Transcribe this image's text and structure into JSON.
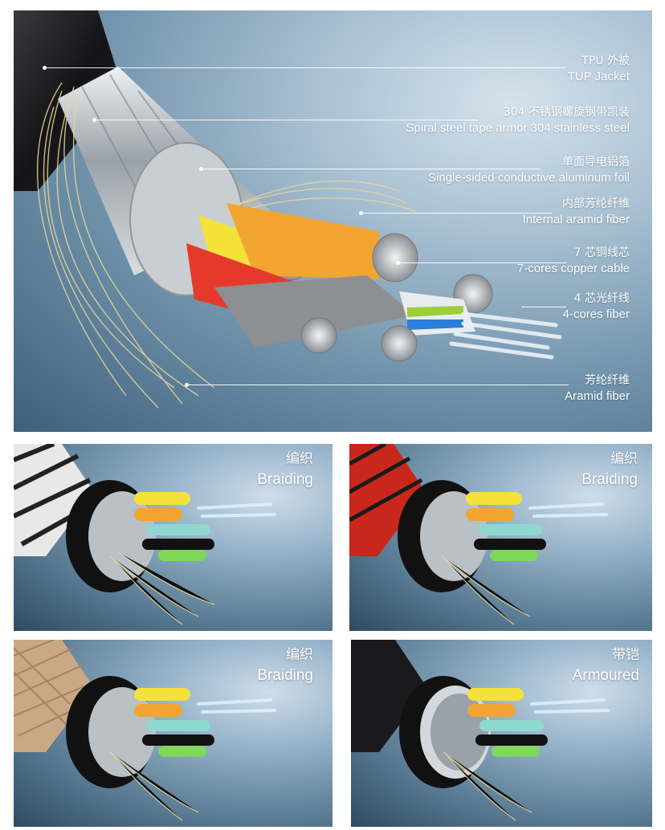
{
  "main": {
    "callouts": [
      {
        "zh": "TPU 外被",
        "en": "TUP Jacket"
      },
      {
        "zh": "304 不锈钢螺旋钢带凯装",
        "en": "Spiral steel tape armor 304 stainless steel"
      },
      {
        "zh": "单面导电铝箔",
        "en": "Single-sided conductive aluminum foil"
      },
      {
        "zh": "内部芳纶纤维",
        "en": "Internal aramid fiber"
      },
      {
        "zh": "7 芯铜线芯",
        "en": "7-cores copper cable"
      },
      {
        "zh": "4 芯光纤线",
        "en": "4-cores fiber"
      },
      {
        "zh": "芳纶纤维",
        "en": "Aramid fiber"
      }
    ]
  },
  "variants": [
    {
      "zh": "编织",
      "en": "Braiding",
      "style": "black-white-braid"
    },
    {
      "zh": "编织",
      "en": "Braiding",
      "style": "red-black-braid"
    },
    {
      "zh": "编织",
      "en": "Braiding",
      "style": "tan-braid"
    },
    {
      "zh": "带铠",
      "en": "Armoured",
      "style": "armour"
    }
  ],
  "colors": {
    "jacket": "#1c1c1f",
    "steel": "#b9c0c6",
    "yellow_core": "#f3e23a",
    "orange_core": "#f2a530",
    "red_core": "#e53a2b",
    "grey_core": "#8d8f93",
    "aramid": "#e8d79a"
  }
}
